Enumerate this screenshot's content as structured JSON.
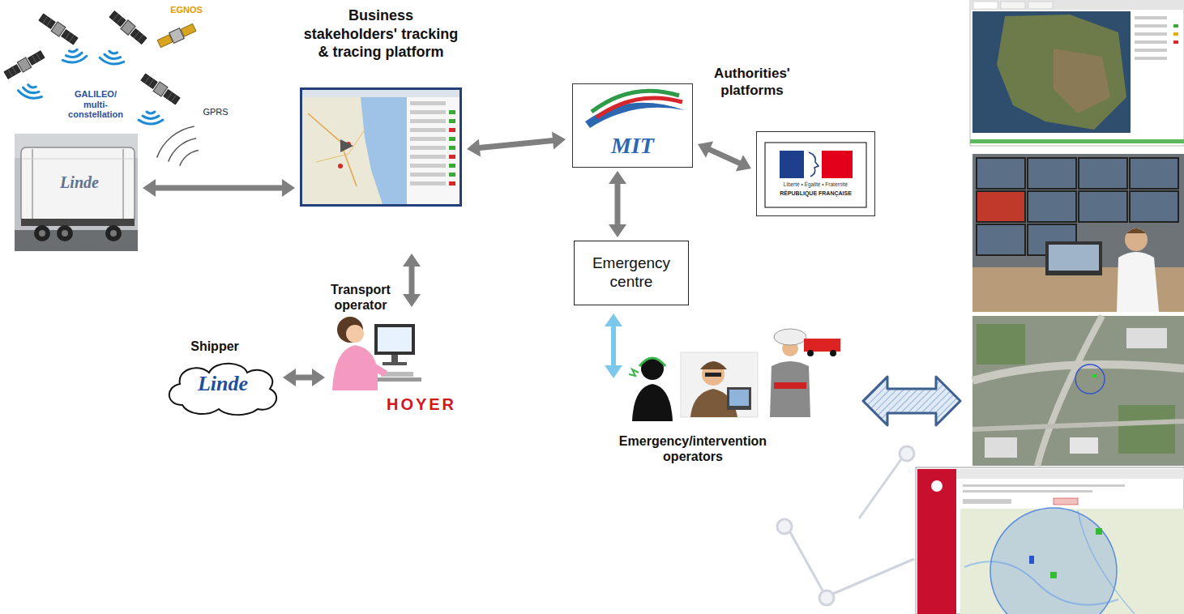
{
  "diagram": {
    "nodes": [
      {
        "text": [
          "Linde"
        ]
      },
      {
        "text": [
          "Business stakeholders' tracking & tracing platform"
        ]
      },
      {
        "text": [
          "MIT"
        ]
      },
      {
        "text": [
          "Liberté • Égalité • Fraternité",
          "RÉPUBLIQUE FRANÇAISE"
        ]
      },
      {
        "text": [
          "Emergency centre"
        ]
      },
      {
        "text": [
          "Transport operator",
          "HOYER"
        ]
      },
      {
        "text": [
          "Shipper",
          "Linde"
        ]
      },
      {
        "text": [
          "Emergency/intervention operators"
        ]
      }
    ],
    "edges": [
      {
        "from": 0,
        "to": 1,
        "arrow": "both"
      },
      {
        "from": 1,
        "to": 2,
        "arrow": "both"
      },
      {
        "from": 2,
        "to": 3,
        "arrow": "both"
      },
      {
        "from": 2,
        "to": 4,
        "arrow": "both"
      },
      {
        "from": 4,
        "to": 7,
        "arrow": "both"
      },
      {
        "from": 1,
        "to": 5,
        "arrow": "both"
      },
      {
        "from": 5,
        "to": 6,
        "arrow": "both"
      }
    ],
    "labels": [
      "GALILEO/ multi- constellation",
      "EGNOS",
      "GPRS",
      "Authorities' platforms"
    ]
  }
}
